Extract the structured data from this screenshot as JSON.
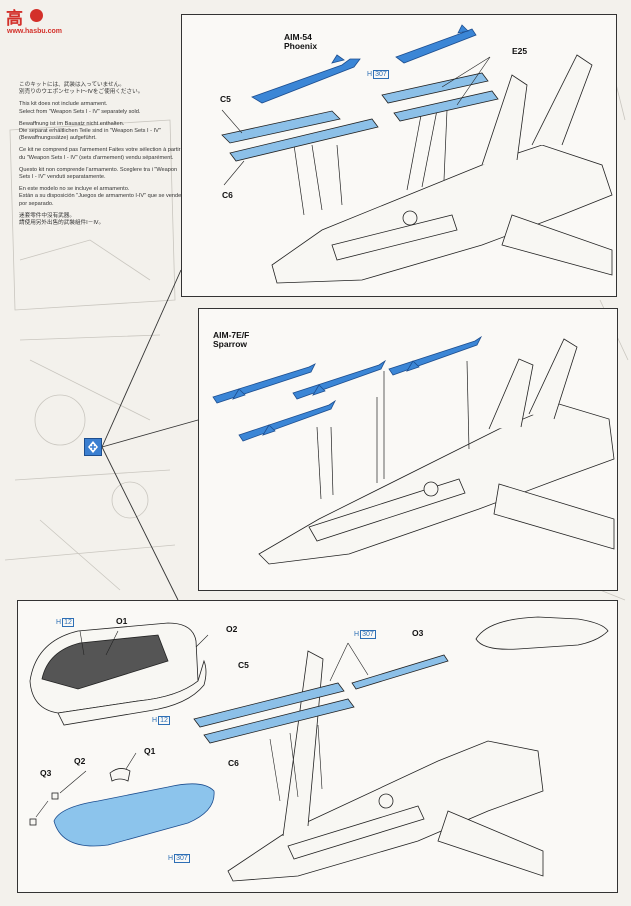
{
  "logo": {
    "mark": "高",
    "url": "www.hasbu.com"
  },
  "notes": [
    "このキットには、武装は入っていません。",
    "別売りのウエポンセットⅠ～Ⅳをご使用ください。",
    "This kit does not include armament.",
    "Select from \"Weapon Sets I - IV\" separately  sold.",
    "Bewaffnung ist im Bausatz nicht enthalten.",
    "Die separat erhältlichen Teile sind in \"Weapon Sets I - IV\" (Bewaffnungssätze) aufgeführt.",
    "Ce kit ne comprend pas l'armement Faites votre sélection à partir du \"Weapon Sets I - IV\" (sets d'armement) vendu séparément.",
    "Questo kit non comprende l'armamento.  Sceglere tra i \"Weapon Sets I - IV\" venduti separatamente.",
    "En este modelo no se incluye el armamento.",
    "Están a su disposición \"Juegos de armamento I-IV\" que se venden por separado.",
    "迷套零件中沒有武器。",
    "請使用另外出售的武裝組件Ⅰ－Ⅳ。"
  ],
  "panel1": {
    "missile_label_1": "AIM-54",
    "missile_label_2": "Phoenix",
    "part_e25": "E25",
    "part_c5": "C5",
    "part_c6": "C6",
    "h_prefix": "H",
    "h_num": "307"
  },
  "panel2": {
    "missile_label_1": "AIM-7E/F",
    "missile_label_2": "Sparrow"
  },
  "panel3": {
    "h_prefix": "H",
    "h12": "12",
    "h307": "307",
    "o1": "O1",
    "o2": "O2",
    "o3": "O3",
    "c5": "C5",
    "c6": "C6",
    "q1": "Q1",
    "q2": "Q2",
    "q3": "Q3"
  },
  "colors": {
    "missile_blue": "#3b86d6",
    "rail_blue": "#8cc0e8",
    "pod_blue": "#8cc4ec",
    "outline": "#222222"
  }
}
